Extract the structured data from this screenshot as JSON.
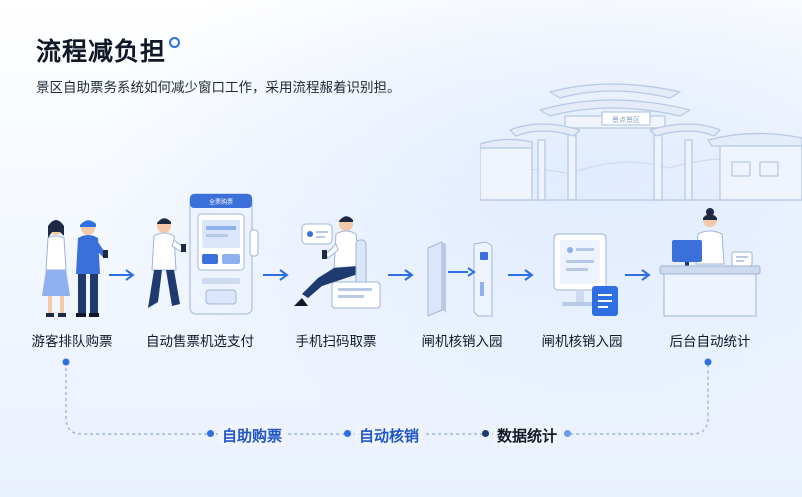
{
  "header": {
    "title": "流程减负担",
    "subtitle": "景区自助票务系统如何减少窗口工作，采用流程赧着识别担。"
  },
  "background": {
    "gate_sign": "景点景区"
  },
  "steps": [
    {
      "label": "游客排队购票",
      "icon": "tourists-queue-icon"
    },
    {
      "label": "自动售票机选支付",
      "icon": "ticket-kiosk-icon",
      "kiosk_screen_title": "全票购票"
    },
    {
      "label": "手机扫码取票",
      "icon": "phone-scan-icon"
    },
    {
      "label": "闸机核销入园",
      "icon": "turnstile-gate-icon"
    },
    {
      "label": "闸机核销入园",
      "icon": "verification-monitor-icon"
    },
    {
      "label": "后台自动统计",
      "icon": "backoffice-desk-icon"
    }
  ],
  "flow": {
    "nodes": [
      "自助购票",
      "自动核销",
      "数据统计"
    ]
  },
  "colors": {
    "accent": "#2f6fe4",
    "accent_dark": "#2156c7",
    "figure_blue": "#3b6fd9",
    "navy": "#1e3a6e",
    "line_art": "#b7c9e6"
  }
}
